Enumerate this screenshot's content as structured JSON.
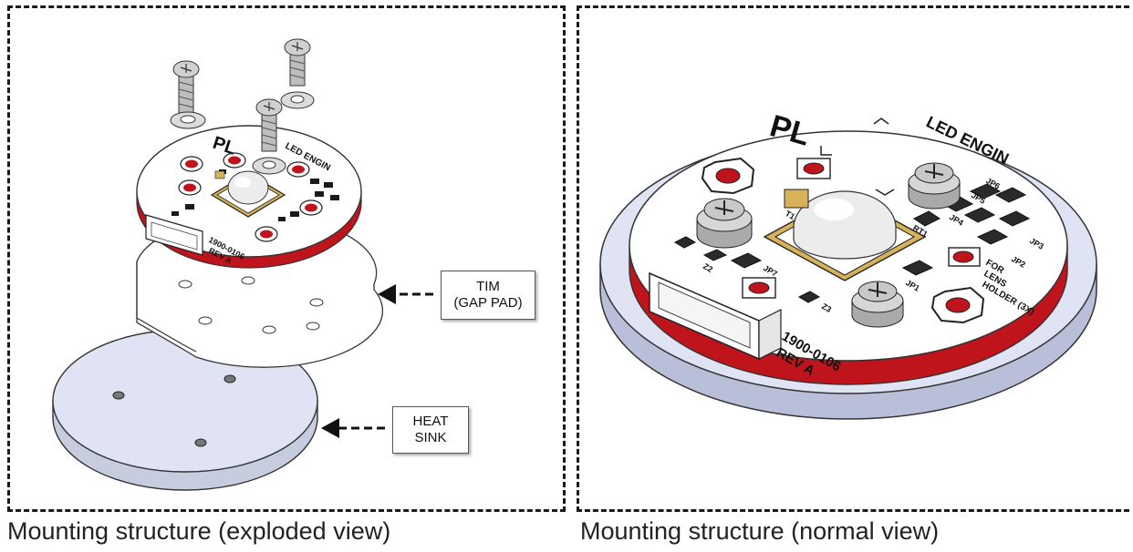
{
  "captions": {
    "left": "Mounting structure (exploded view)",
    "right": "Mounting structure (normal view)"
  },
  "callouts": {
    "tim_line1": "TIM",
    "tim_line2": "(GAP PAD)",
    "heat_line1": "HEAT",
    "heat_line2": "SINK"
  },
  "pcb_labels": {
    "logo": "PL",
    "brand": "LED ENGIN",
    "part_number": "1900-0106",
    "revision": "REV A",
    "note_line1": "FOR",
    "note_line2": "LENS",
    "note_line3": "HOLDER (3X)",
    "ref_t1": "T1",
    "ref_rt1": "RT1",
    "ref_jp1": "JP1",
    "ref_jp2": "JP2",
    "ref_jp3": "JP3",
    "ref_jp4": "JP4",
    "ref_jp5": "JP5",
    "ref_jp6": "JP6",
    "ref_jp7": "JP7",
    "ref_z2": "Z2",
    "ref_z3": "Z3"
  },
  "colors": {
    "pcb_edge": "#c0141c",
    "heat_sink": "#dfe3f4",
    "tim": "#ffffff",
    "frame": "#1a1a1a"
  }
}
